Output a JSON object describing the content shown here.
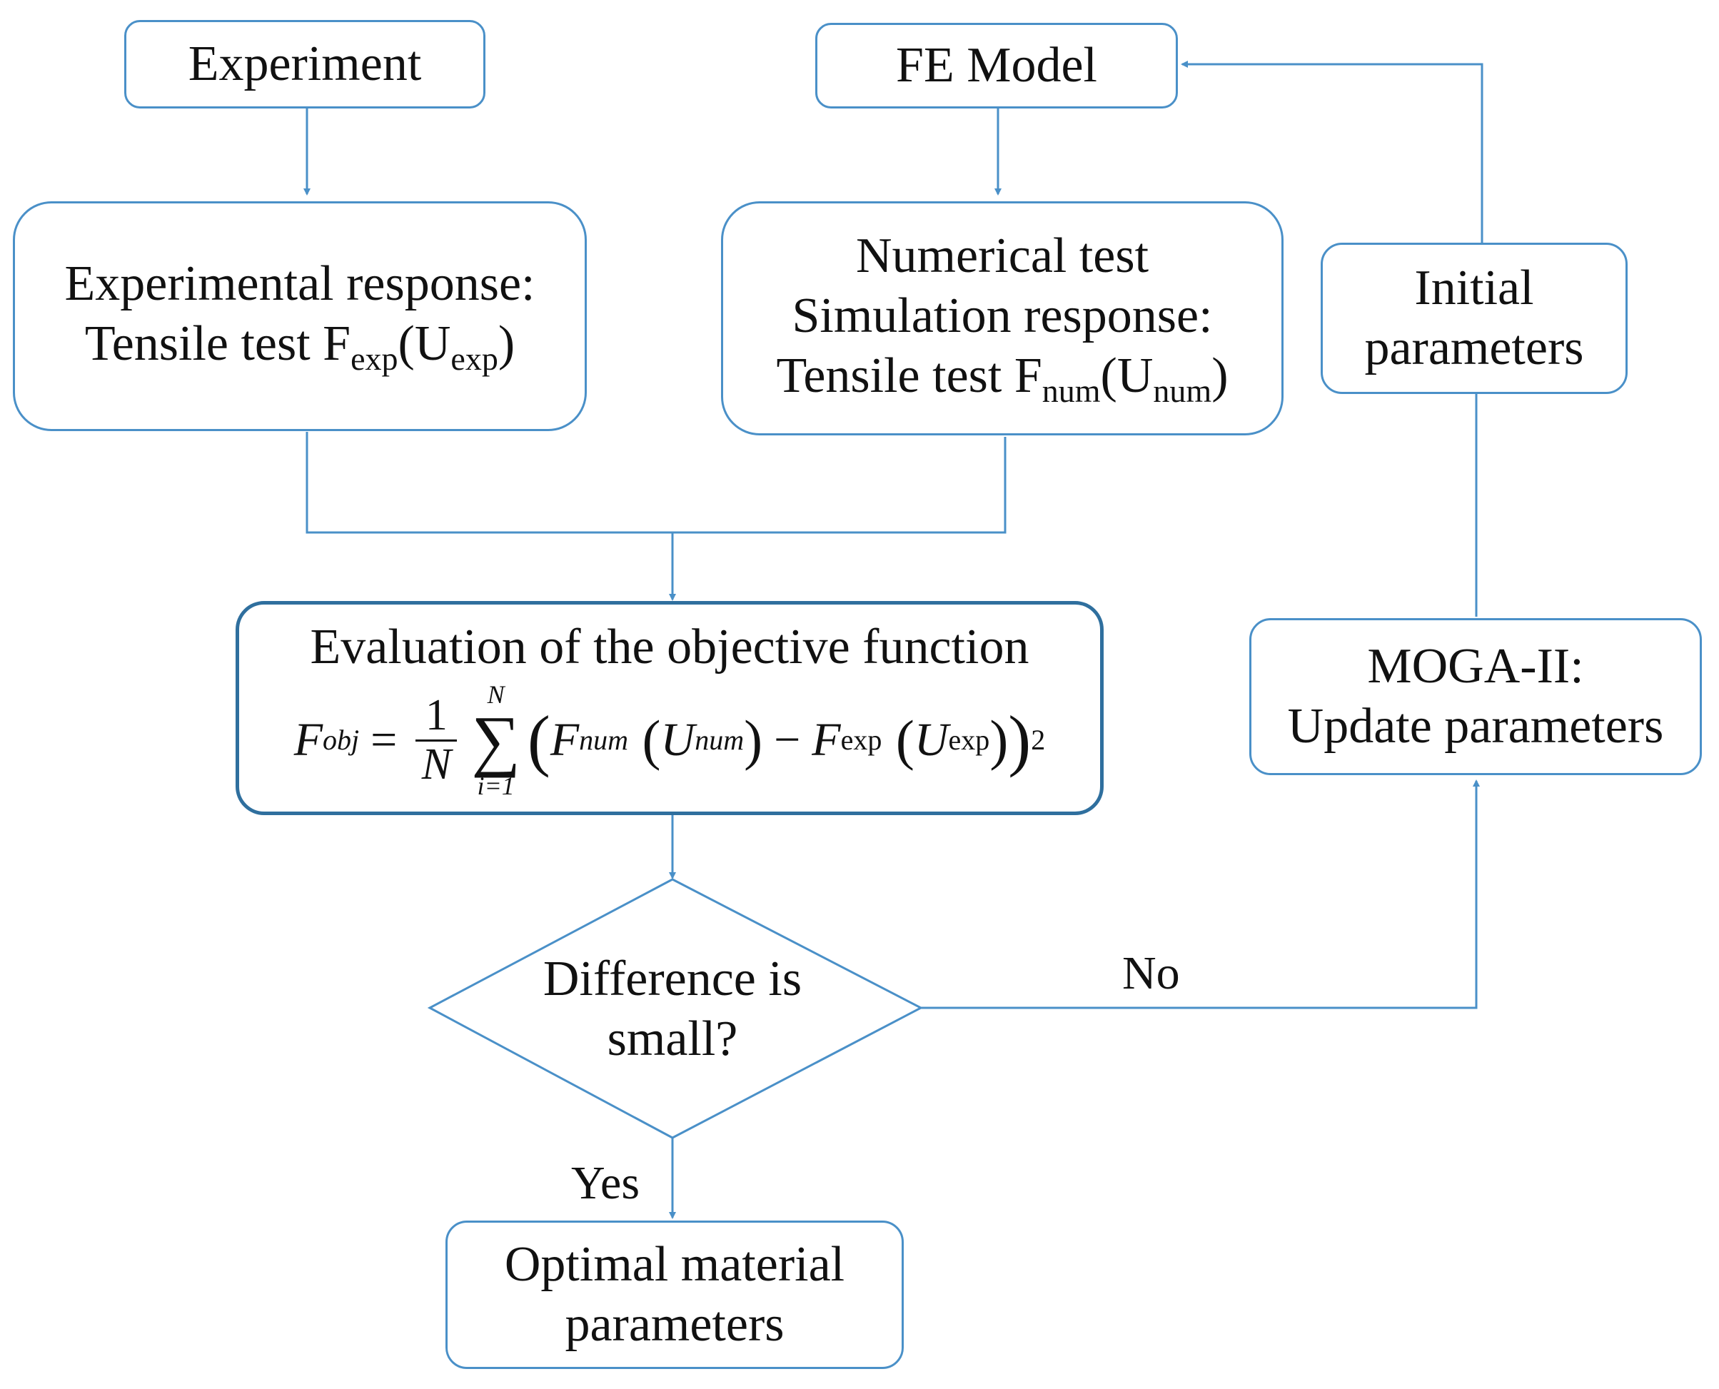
{
  "nodes": {
    "experiment": "Experiment",
    "fe_model": "FE Model",
    "experimental_response": {
      "line1": "Experimental response:",
      "line2_prefix": "Tensile test F",
      "line2_sub1": "exp",
      "line2_mid": "(U",
      "line2_sub2": "exp",
      "line2_suffix": ")"
    },
    "numerical_test": {
      "line1": "Numerical test",
      "line2": "Simulation response:",
      "line3_prefix": "Tensile test F",
      "line3_sub1": "num",
      "line3_mid": "(U",
      "line3_sub2": "num",
      "line3_suffix": ")"
    },
    "initial_parameters": {
      "line1": "Initial",
      "line2": "parameters"
    },
    "objective_function": {
      "title": "Evaluation of the objective function",
      "formula": {
        "lhs": "F",
        "lhs_sub": "obj",
        "equals": "=",
        "frac_num": "1",
        "frac_den": "N",
        "sum_upper": "N",
        "sum_lower": "i=1",
        "sum_symbol": "∑",
        "term1": "F",
        "term1_sub": "num",
        "term1_arg": "U",
        "term1_arg_sub": "num",
        "minus": "−",
        "term2": "F",
        "term2_sub": "exp",
        "term2_arg": "U",
        "term2_arg_sub": "exp",
        "power": "2"
      }
    },
    "moga": {
      "line1": "MOGA-II:",
      "line2": "Update parameters"
    },
    "decision": {
      "line1": "Difference is",
      "line2": "small?"
    },
    "optimal": {
      "line1": "Optimal material",
      "line2": "parameters"
    }
  },
  "edge_labels": {
    "no": "No",
    "yes": "Yes"
  },
  "colors": {
    "line": "#4a90c8",
    "bold_border": "#2f6f9e",
    "text": "#111111"
  }
}
